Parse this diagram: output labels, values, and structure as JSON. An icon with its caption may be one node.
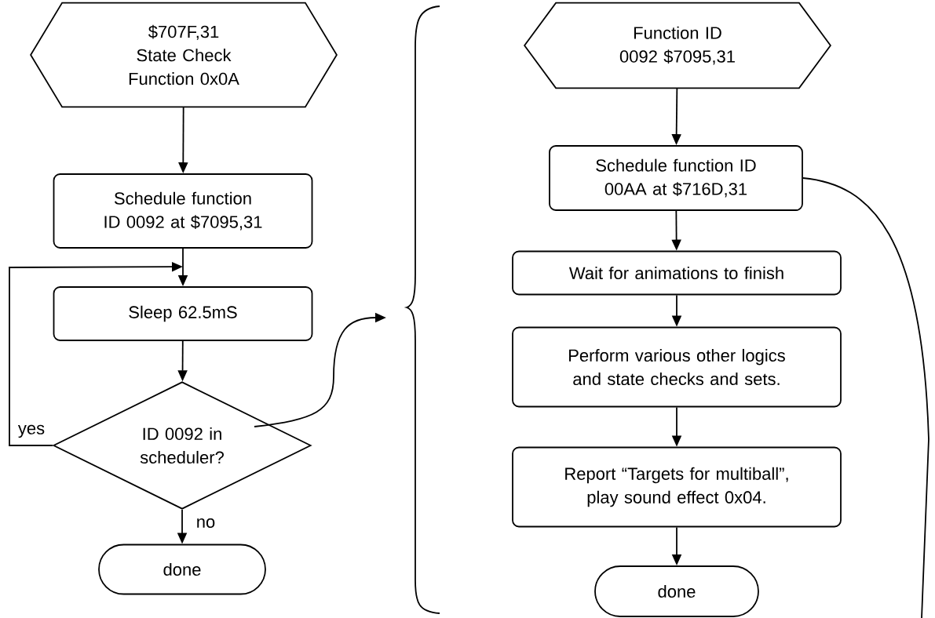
{
  "diagram": {
    "nodes": [
      {
        "text": [
          "$707F,31",
          "State Check",
          "Function 0x0A"
        ]
      },
      {
        "text": [
          "Schedule function ID 0092 at $7095,31"
        ]
      },
      {
        "text": [
          "Sleep 62.5mS"
        ]
      },
      {
        "text": [
          "ID 0092 in scheduler?"
        ]
      },
      {
        "text": [
          "done"
        ]
      },
      {
        "text": [
          "Function ID",
          "0092 $7095,31"
        ]
      },
      {
        "text": [
          "Schedule function ID 00AA at $716D,31"
        ]
      },
      {
        "text": [
          "Wait for animations to finish"
        ]
      },
      {
        "text": [
          "Perform various other logics and state checks and sets."
        ]
      },
      {
        "text": [
          "Report “Targets for multiball”, play sound effect 0x04."
        ]
      },
      {
        "text": [
          "done"
        ]
      }
    ],
    "edges": [
      {
        "from": 0,
        "to": 1,
        "arrow": "to"
      },
      {
        "from": 1,
        "to": 2,
        "arrow": "to"
      },
      {
        "from": 2,
        "to": 3,
        "arrow": "to"
      },
      {
        "from": 3,
        "to": 2,
        "arrow": "to",
        "label": "yes"
      },
      {
        "from": 3,
        "to": 4,
        "arrow": "to",
        "label": "no"
      },
      {
        "from": 3,
        "to": null,
        "arrow": "to"
      },
      {
        "from": 5,
        "to": 6,
        "arrow": "to"
      },
      {
        "from": 6,
        "to": 7,
        "arrow": "to"
      },
      {
        "from": 7,
        "to": 8,
        "arrow": "to"
      },
      {
        "from": 8,
        "to": 9,
        "arrow": "to"
      },
      {
        "from": 9,
        "to": 10,
        "arrow": "to"
      },
      {
        "from": 6,
        "to": null,
        "arrow": "none"
      }
    ]
  }
}
